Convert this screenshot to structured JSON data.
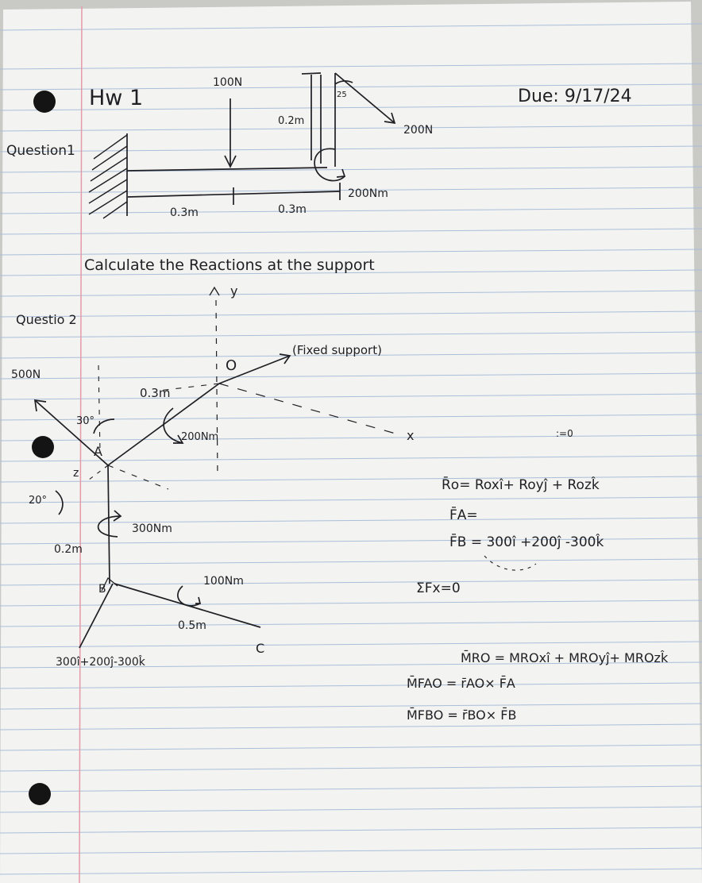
{
  "header": {
    "title": "Hw 1",
    "due": "Due: 9/17/24",
    "q1_label": "Question1",
    "q2_label": "Questio 2"
  },
  "question1": {
    "force_top": "100N",
    "length_vertical": "0.2m",
    "angle": "25",
    "force_angled": "200N",
    "moment": "200Nm",
    "length_left": "0.3m",
    "length_right": "0.3m",
    "prompt": "Calculate the Reactions at the support"
  },
  "question2": {
    "axis_y": "y",
    "axis_x": "x",
    "axis_z": "z",
    "point_o": "O",
    "fixed_support": "(Fixed support)",
    "force_500": "500N",
    "angle_30": "30°",
    "angle_20": "20°",
    "point_a": "A",
    "point_b": "B",
    "point_c": "C",
    "len_oa": "0.3m",
    "moment_200": "200Nm",
    "moment_300": "300Nm",
    "len_ab": "0.2m",
    "moment_100": "100Nm",
    "len_bc": "0.5m",
    "force_b": "300î+200ĵ-300k̂",
    "eq_ro": "R̄o= Roxî+ Royĵ + Rozk̂",
    "eq_fa": "F̄A=",
    "eq_fb": "F̄B = 300î +200ĵ -300k̂",
    "eq_sum_fx": "ΣFx=0",
    "eq_mro": "M̄RO = MROxî + MROyĵ+ MROzk̂",
    "eq_mfao": "M̄FAO = r̄AO× F̄A",
    "eq_mfbo": "M̄FBO = r̄BO× F̄B",
    "stray_mark": ":=0"
  }
}
